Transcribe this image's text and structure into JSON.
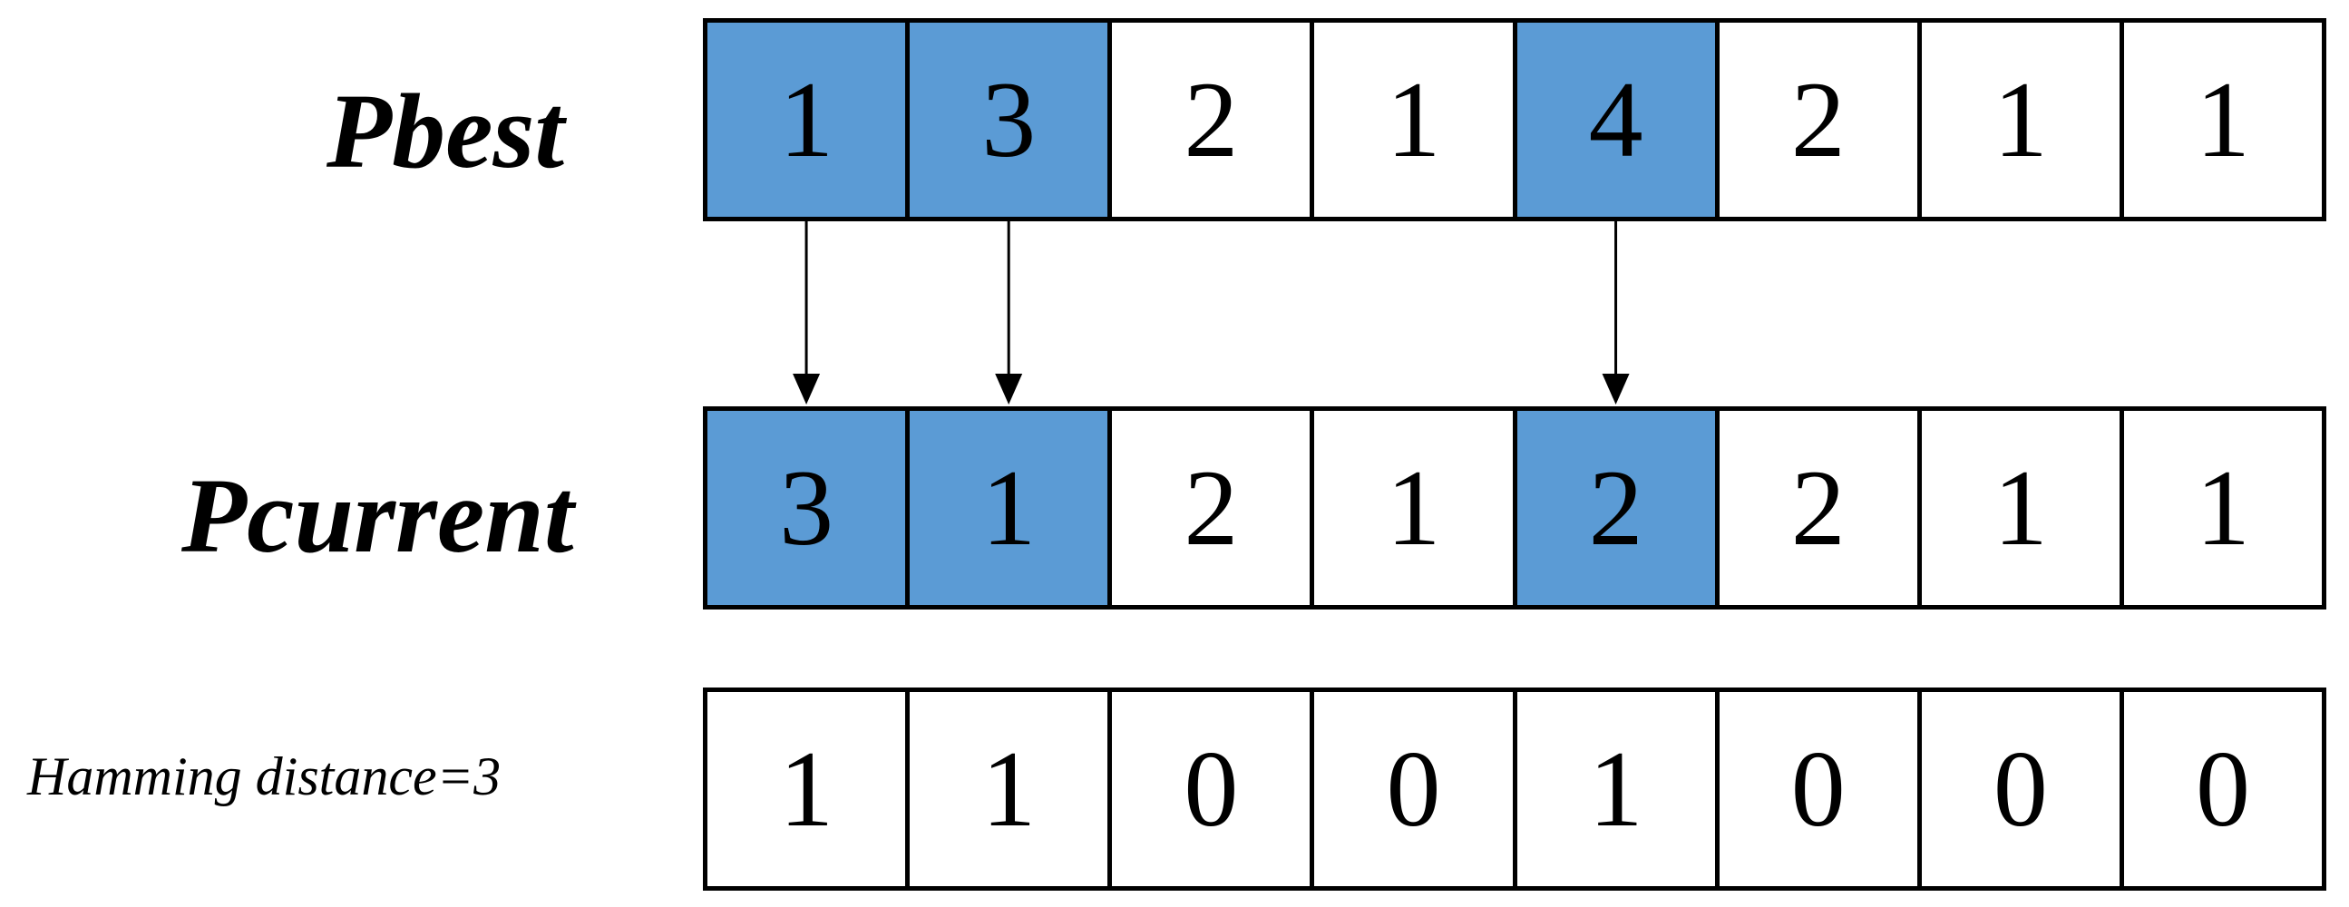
{
  "labels": {
    "pbest": "Pbest",
    "pcurrent": "Pcurrent",
    "hamming": "Hamming distance=3"
  },
  "highlight_color": "#5b9bd5",
  "rows": {
    "pbest": {
      "values": [
        "1",
        "3",
        "2",
        "1",
        "4",
        "2",
        "1",
        "1"
      ],
      "highlighted": [
        true,
        true,
        false,
        false,
        true,
        false,
        false,
        false
      ]
    },
    "pcurrent": {
      "values": [
        "3",
        "1",
        "2",
        "1",
        "2",
        "2",
        "1",
        "1"
      ],
      "highlighted": [
        true,
        true,
        false,
        false,
        true,
        false,
        false,
        false
      ]
    },
    "hamming": {
      "values": [
        "1",
        "1",
        "0",
        "0",
        "1",
        "0",
        "0",
        "0"
      ],
      "highlighted": [
        false,
        false,
        false,
        false,
        false,
        false,
        false,
        false
      ]
    }
  },
  "arrow_columns": [
    0,
    1,
    4
  ]
}
